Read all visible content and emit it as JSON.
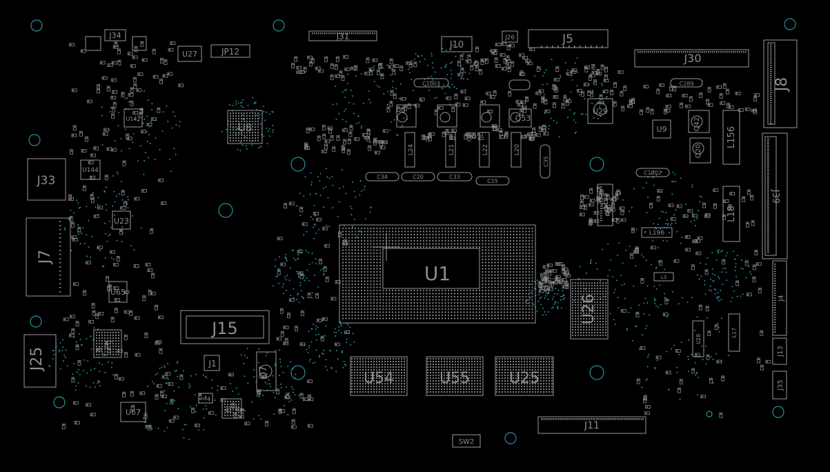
{
  "colors": {
    "background": "#000000",
    "outline": "#9a9a9a",
    "label": "#8c8c8c",
    "pad_fill": "#7d7d7d",
    "via": "#2b8fa0",
    "mount_hole": "#2b8fa0"
  },
  "labels": {
    "J34": "J34",
    "U27": "U27",
    "JP12": "JP12",
    "J31": "J31",
    "J10": "J10",
    "J26": "J26",
    "J5": "J5",
    "J30": "J30",
    "J8": "J8",
    "C1003": "C1003",
    "C289": "C289",
    "U8": "U8",
    "U144": "U144",
    "U142": "U142",
    "J33": "J33",
    "U23": "U23",
    "J7": "J7",
    "U65": "U65",
    "J25": "J25",
    "U67": "U67",
    "J15": "J15",
    "J1": "J1",
    "U64": "U64",
    "Q7": "Q7",
    "C34": "C34",
    "C20": "C20",
    "C33": "C33",
    "C15": "C15",
    "C35": "C35",
    "L24": "L24",
    "L21": "L21",
    "L22": "L22",
    "L20": "L20",
    "Q53": "Q53",
    "U29": "U29",
    "U9": "U9",
    "Q42": "Q42",
    "Q20": "Q20",
    "L156": "L156",
    "J39": "J39",
    "C1002": "C1002",
    "J2": "J2",
    "L18": "L18",
    "L196": "L196",
    "U1": "U1",
    "U26": "U26",
    "J4": "J4",
    "L28": "L28",
    "L17": "L17",
    "J13": "J13",
    "J35": "J35",
    "U54": "U54",
    "U55": "U55",
    "U25": "U25",
    "J11": "J11",
    "SW2": "SW2",
    "L3": "L3"
  }
}
